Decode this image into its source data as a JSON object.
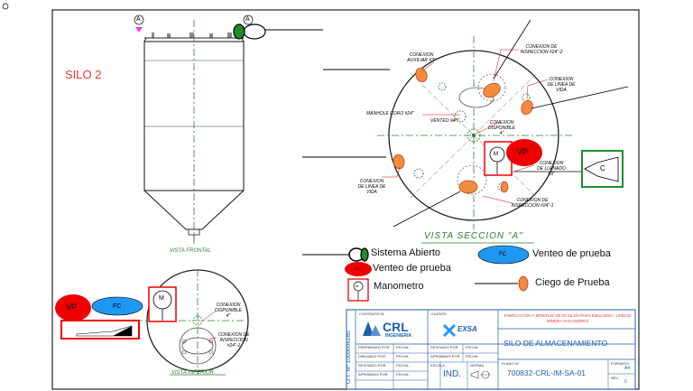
{
  "drawing": {
    "silo_label": "SILO 2",
    "view_front": "VISTA FRONTAL",
    "view_section": "VISTA SECCION \"A\"",
    "view_bottom": "VISTA INFERIOR",
    "section_marker": "A"
  },
  "top_view_labels": {
    "aux": "CONEXION AUXILIAR #3\"",
    "insp2": "CONEXION DE INSPECCION #24\"-2",
    "vida_top": "CONEXION DE LINEA DE VIDA",
    "manhole": "MANHOLE CORO #24\"",
    "vent": "VENTEO #4\"",
    "disp": "CONEXION DISPONIBLE 4\"",
    "llenado": "CONEXION DE LLENADO #3\"",
    "vida_left": "CONEXION DE LINEA DE VIDA",
    "insp1": "CONEXION DE INSPECCION #24\"-1"
  },
  "bottom_view_labels": {
    "disp": "CONEXION DISPONIBLE 4\"",
    "insp": "CONEXION DE INSPECCION #24\"-1"
  },
  "badges": {
    "vp": "VP",
    "fc": "FC",
    "m": "M",
    "c": "C"
  },
  "legend": {
    "open_system": "Sistema Abierto",
    "vent_test_red": "Venteo de prueba",
    "vent_test_fc": "Venteo de prueba",
    "manometer": "Manometro",
    "blind_test": "Ciego de Prueba"
  },
  "title_block": {
    "ot_label": "O.T. Nº 1000006185",
    "contractor": "CONTRATISTA",
    "client": "CLIENTE",
    "company_main": "CRL",
    "company_sub": "INGENIERIA",
    "client_name": "EXSA",
    "project": "FABRICACION Y MONTAJE DE 03 SILOS PARA EMULSION - UNIDAD MINERA SAN ANDRES",
    "drawing_title": "SILO DE ALMACENAMIENTO",
    "scale_label": "ESCALA",
    "scale_value": "IND.",
    "norm_label": "NORMA",
    "plan_label": "PLANO Nº",
    "plan_number": "700832-CRL-IM-SA-01",
    "format_label": "FORMATO",
    "format_value": "A4",
    "rev_label": "REV.",
    "rev_value": "0",
    "row_labels": [
      "PREPARADO POR",
      "DIBUJADO POR",
      "REVISADO POR",
      "APROBADO POR"
    ],
    "row_labels_mid": [
      "REVISADO POR",
      "APROBADO POR"
    ],
    "date_label": "FECHA"
  }
}
